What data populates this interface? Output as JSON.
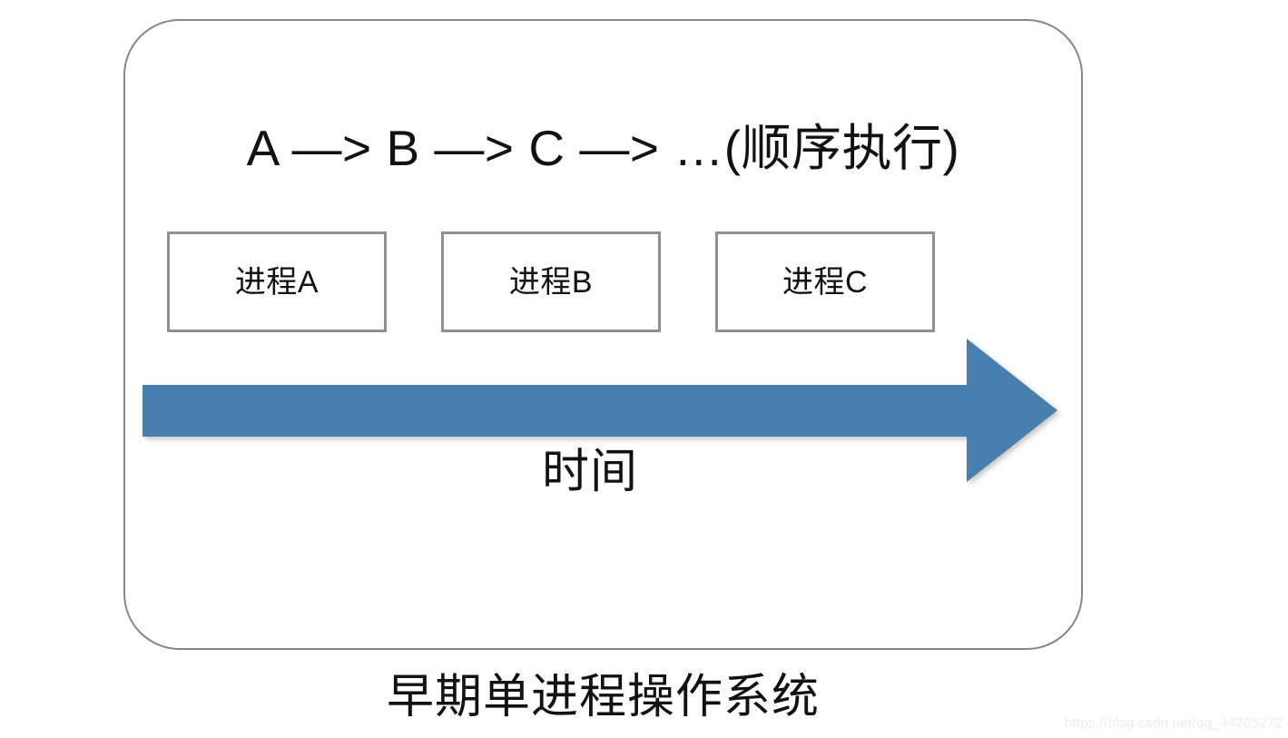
{
  "diagram": {
    "sequence_text": "A —> B —> C —> …(顺序执行)",
    "processes": [
      {
        "label": "进程A"
      },
      {
        "label": "进程B"
      },
      {
        "label": "进程C"
      }
    ],
    "timeline": {
      "label": "时间",
      "arrow_color": "#4a7fae",
      "direction": "right"
    },
    "frame": {
      "border_color": "#85878c"
    },
    "box_border_color": "#8d8f94",
    "caption": "早期单进程操作系统"
  },
  "watermark": {
    "text": "https://blog.csdn.net/qq_44205272"
  }
}
